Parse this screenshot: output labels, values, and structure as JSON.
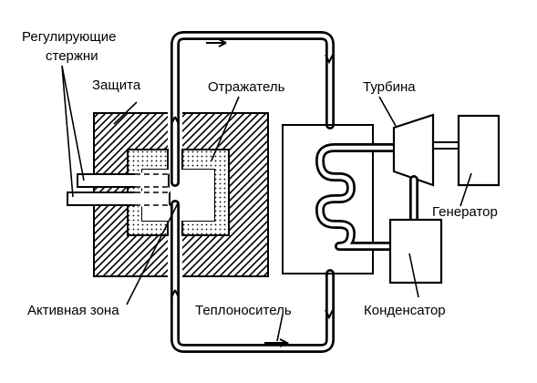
{
  "labels": {
    "control_rods": [
      "Регулирующие",
      "стержни"
    ],
    "shielding": "Защита",
    "reflector": "Отражатель",
    "turbine": "Турбина",
    "generator": "Генератор",
    "core": "Активная зона",
    "coolant": "Теплоноситель",
    "condenser": "Конденсатор"
  }
}
